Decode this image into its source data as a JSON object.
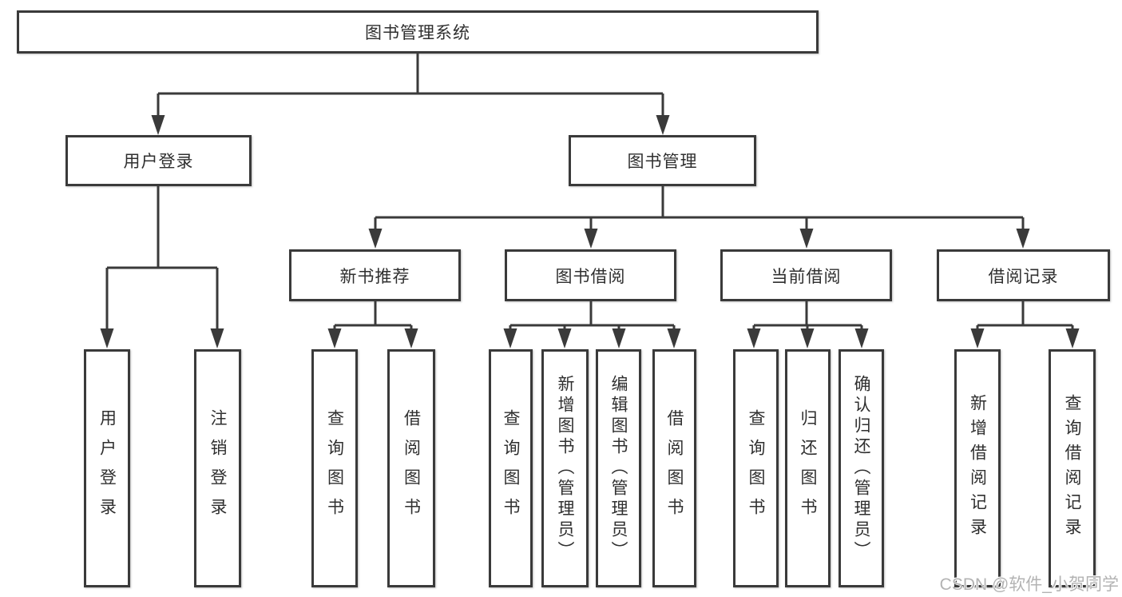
{
  "diagram": {
    "title": "图书管理系统",
    "level1": [
      {
        "label": "用户登录"
      },
      {
        "label": "图书管理"
      }
    ],
    "level2": [
      {
        "label": "新书推荐"
      },
      {
        "label": "图书借阅"
      },
      {
        "label": "当前借阅"
      },
      {
        "label": "借阅记录"
      }
    ],
    "leaves": {
      "user_login": [
        "用户登录",
        "注销登录"
      ],
      "new_book_recommend": [
        "查询图书",
        "借阅图书"
      ],
      "book_borrow": [
        "查询图书",
        "新增图书（管理员）",
        "编辑图书（管理员）",
        "借阅图书"
      ],
      "current_borrow": [
        "查询图书",
        "归还图书",
        "确认归还（管理员）"
      ],
      "borrow_records": [
        "新增借阅记录",
        "查询借阅记录"
      ]
    },
    "watermark": "CSDN @软件_小贺同学",
    "colors": {
      "line": "#3a3a3a",
      "text": "#2f2f2f",
      "box_background": "#ffffff",
      "watermark": "#b3b3b3",
      "page_background": "#ffffff"
    }
  }
}
